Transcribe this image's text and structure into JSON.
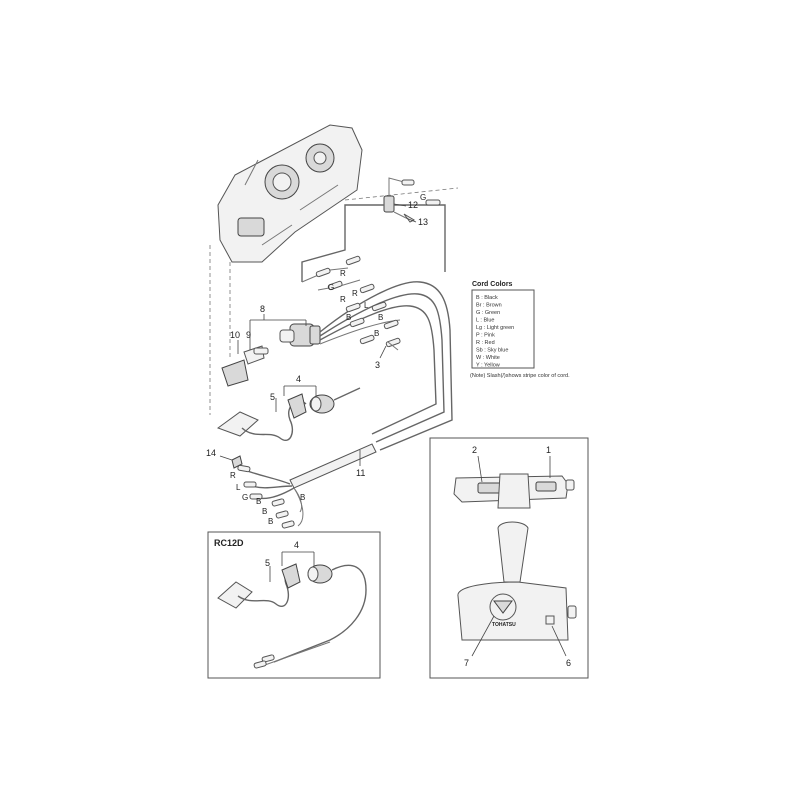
{
  "callouts": {
    "c1": "1",
    "c2": "2",
    "c3": "3",
    "c4": "4",
    "c5": "5",
    "c6": "6",
    "c7": "7",
    "c8": "8",
    "c9": "9",
    "c10": "10",
    "c11": "11",
    "c12": "12",
    "c13": "13",
    "c14": "14",
    "rc4": "4",
    "rc5": "5"
  },
  "wire_codes": {
    "g_top": "G",
    "r1": "R",
    "g1": "G",
    "r2": "R",
    "r3": "R",
    "l1": "L",
    "b1": "B",
    "b2": "B",
    "b3": "B",
    "r4": "R",
    "l2": "L",
    "g2": "G",
    "b4": "B",
    "b5": "B",
    "b6": "B",
    "b7": "B"
  },
  "legend": {
    "title": "Cord Colors",
    "items": [
      "B : Black",
      "Br : Brown",
      "G : Green",
      "L : Blue",
      "Lg : Light green",
      "P : Pink",
      "R : Red",
      "Sb : Sky blue",
      "W : White",
      "Y : Yellow"
    ],
    "note": "(Note) Slash(/)shows stripe color of cord."
  },
  "inset_rc12d": {
    "title": "RC12D"
  },
  "brand_label": "TOHATSU"
}
